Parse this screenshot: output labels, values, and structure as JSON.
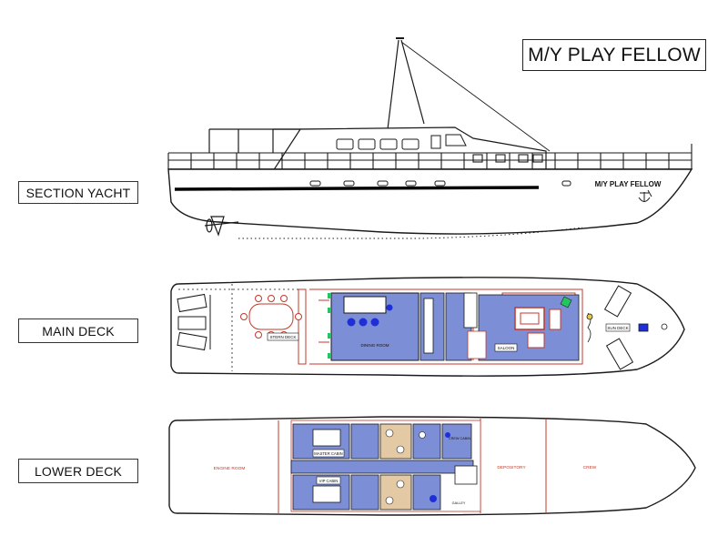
{
  "title": "M/Y PLAY FELLOW",
  "views": {
    "section": {
      "label": "SECTION YACHT",
      "hull_name": "M/Y PLAY FELLOW"
    },
    "main_deck": {
      "label": "MAIN DECK",
      "rooms": {
        "stern_deck": "STERN DECK",
        "dining_room": "DINING ROOM",
        "saloon": "SALOON",
        "sun_deck": "SUN DECK"
      }
    },
    "lower_deck": {
      "label": "LOWER DECK",
      "rooms": {
        "engine_room": "ENGINE ROOM",
        "master_cabin": "MASTER CABIN",
        "vip_cabin": "VIP CABIN",
        "crew_cabin": "CREW CABIN",
        "galley": "GALLEY",
        "depository": "DEPOSITORY",
        "crew": "CREW"
      }
    }
  },
  "colors": {
    "line": "#1a1a1a",
    "room_fill": "#7c8fd6",
    "plan_red": "#c0392b",
    "accent_blue": "#1f2fd8",
    "green": "#22c55e"
  }
}
